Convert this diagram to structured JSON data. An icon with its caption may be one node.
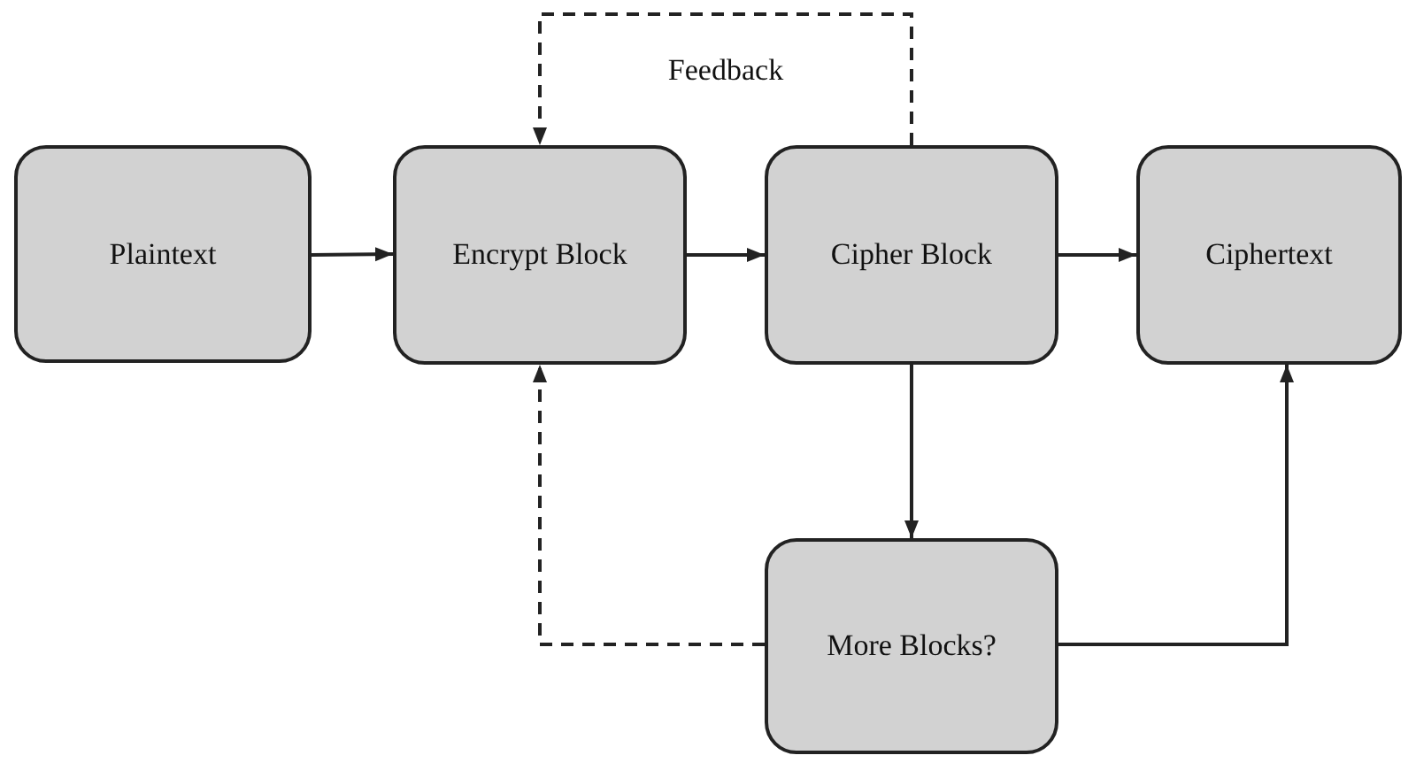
{
  "diagram": {
    "nodes": [
      {
        "text": [
          "Plaintext"
        ]
      },
      {
        "text": [
          "Encrypt Block"
        ]
      },
      {
        "text": [
          "Cipher Block"
        ]
      },
      {
        "text": [
          "Ciphertext"
        ]
      },
      {
        "text": [
          "More Blocks?"
        ]
      }
    ],
    "edges": [
      {
        "from": 0,
        "to": 1,
        "arrow": "to"
      },
      {
        "from": 1,
        "to": 2,
        "arrow": "to"
      },
      {
        "from": 2,
        "to": 3,
        "arrow": "to"
      },
      {
        "from": 2,
        "to": 4,
        "arrow": "to"
      },
      {
        "from": 4,
        "to": 3,
        "arrow": "to"
      },
      {
        "from": 4,
        "to": 1,
        "arrow": "to",
        "style": "dashed"
      },
      {
        "from": 2,
        "to": 1,
        "arrow": "to",
        "style": "dashed",
        "label": "Feedback"
      }
    ]
  }
}
